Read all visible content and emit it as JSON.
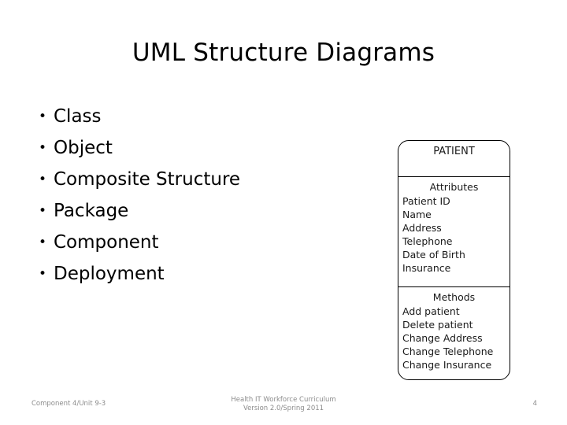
{
  "slide": {
    "title": "UML Structure Diagrams",
    "page_number": "4",
    "background_color": "#ffffff",
    "text_color": "#000000",
    "footer_color": "#8c8c8c"
  },
  "bullets": {
    "glyph": "•",
    "items": [
      {
        "label": "Class"
      },
      {
        "label": "Object"
      },
      {
        "label": "Composite Structure"
      },
      {
        "label": "Package"
      },
      {
        "label": "Component"
      },
      {
        "label": "Deployment"
      }
    ]
  },
  "uml_diagram": {
    "class_name": "PATIENT",
    "attributes_title": "Attributes",
    "attributes": [
      "Patient ID",
      "Name",
      "Address",
      "Telephone",
      "Date of Birth",
      "Insurance"
    ],
    "methods_title": "Methods",
    "methods": [
      "Add patient",
      "Delete patient",
      "Change Address",
      "Change Telephone",
      "Change Insurance"
    ]
  },
  "footer": {
    "left": "Component 4/Unit 9-3",
    "center_line1": "Health IT Workforce Curriculum",
    "center_line2": "Version 2.0/Spring 2011",
    "page": "4"
  }
}
